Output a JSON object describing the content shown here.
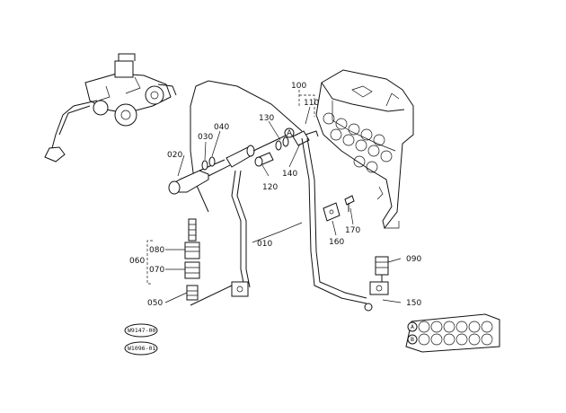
{
  "labels": {
    "p010": "010",
    "p020": "020",
    "p030": "030",
    "p040": "040",
    "p050": "050",
    "p060": "060",
    "p070": "070",
    "p080": "080",
    "p090": "090",
    "p100": "100",
    "p110": "110",
    "p120": "120",
    "p130": "130",
    "p140": "140",
    "p150": "150",
    "p160": "160",
    "p170": "170"
  },
  "markers": {
    "a": "A",
    "b": "B"
  },
  "serials": {
    "first": "W9147-00",
    "second": "W1096-01"
  }
}
